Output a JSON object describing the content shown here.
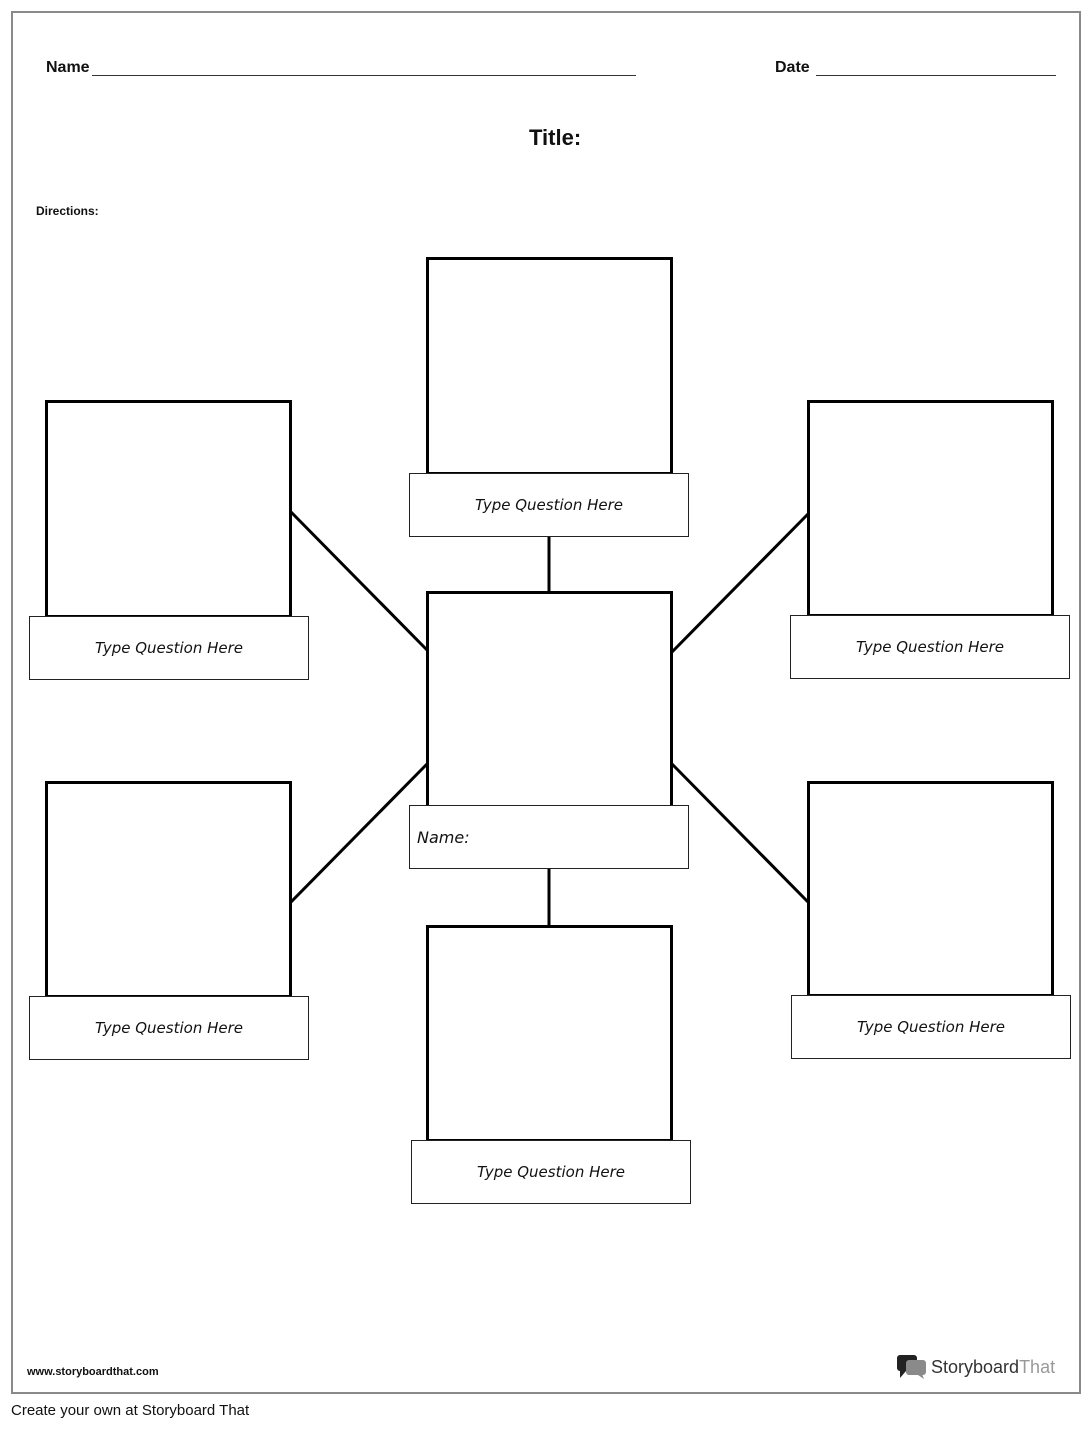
{
  "header": {
    "name_label": "Name",
    "date_label": "Date",
    "title": "Title:",
    "directions": "Directions:"
  },
  "cells": {
    "top": "Type Question Here",
    "left_upper": "Type Question Here",
    "right_upper": "Type Question Here",
    "center": "Name:",
    "left_lower": "Type Question Here",
    "right_lower": "Type Question Here",
    "bottom": "Type Question Here"
  },
  "footer": {
    "url": "www.storyboardthat.com",
    "logo_text_1": "Storyboard",
    "logo_text_2": "That",
    "logo_icon": "speech-bubbles-icon",
    "cta": "Create your own at Storyboard That"
  }
}
